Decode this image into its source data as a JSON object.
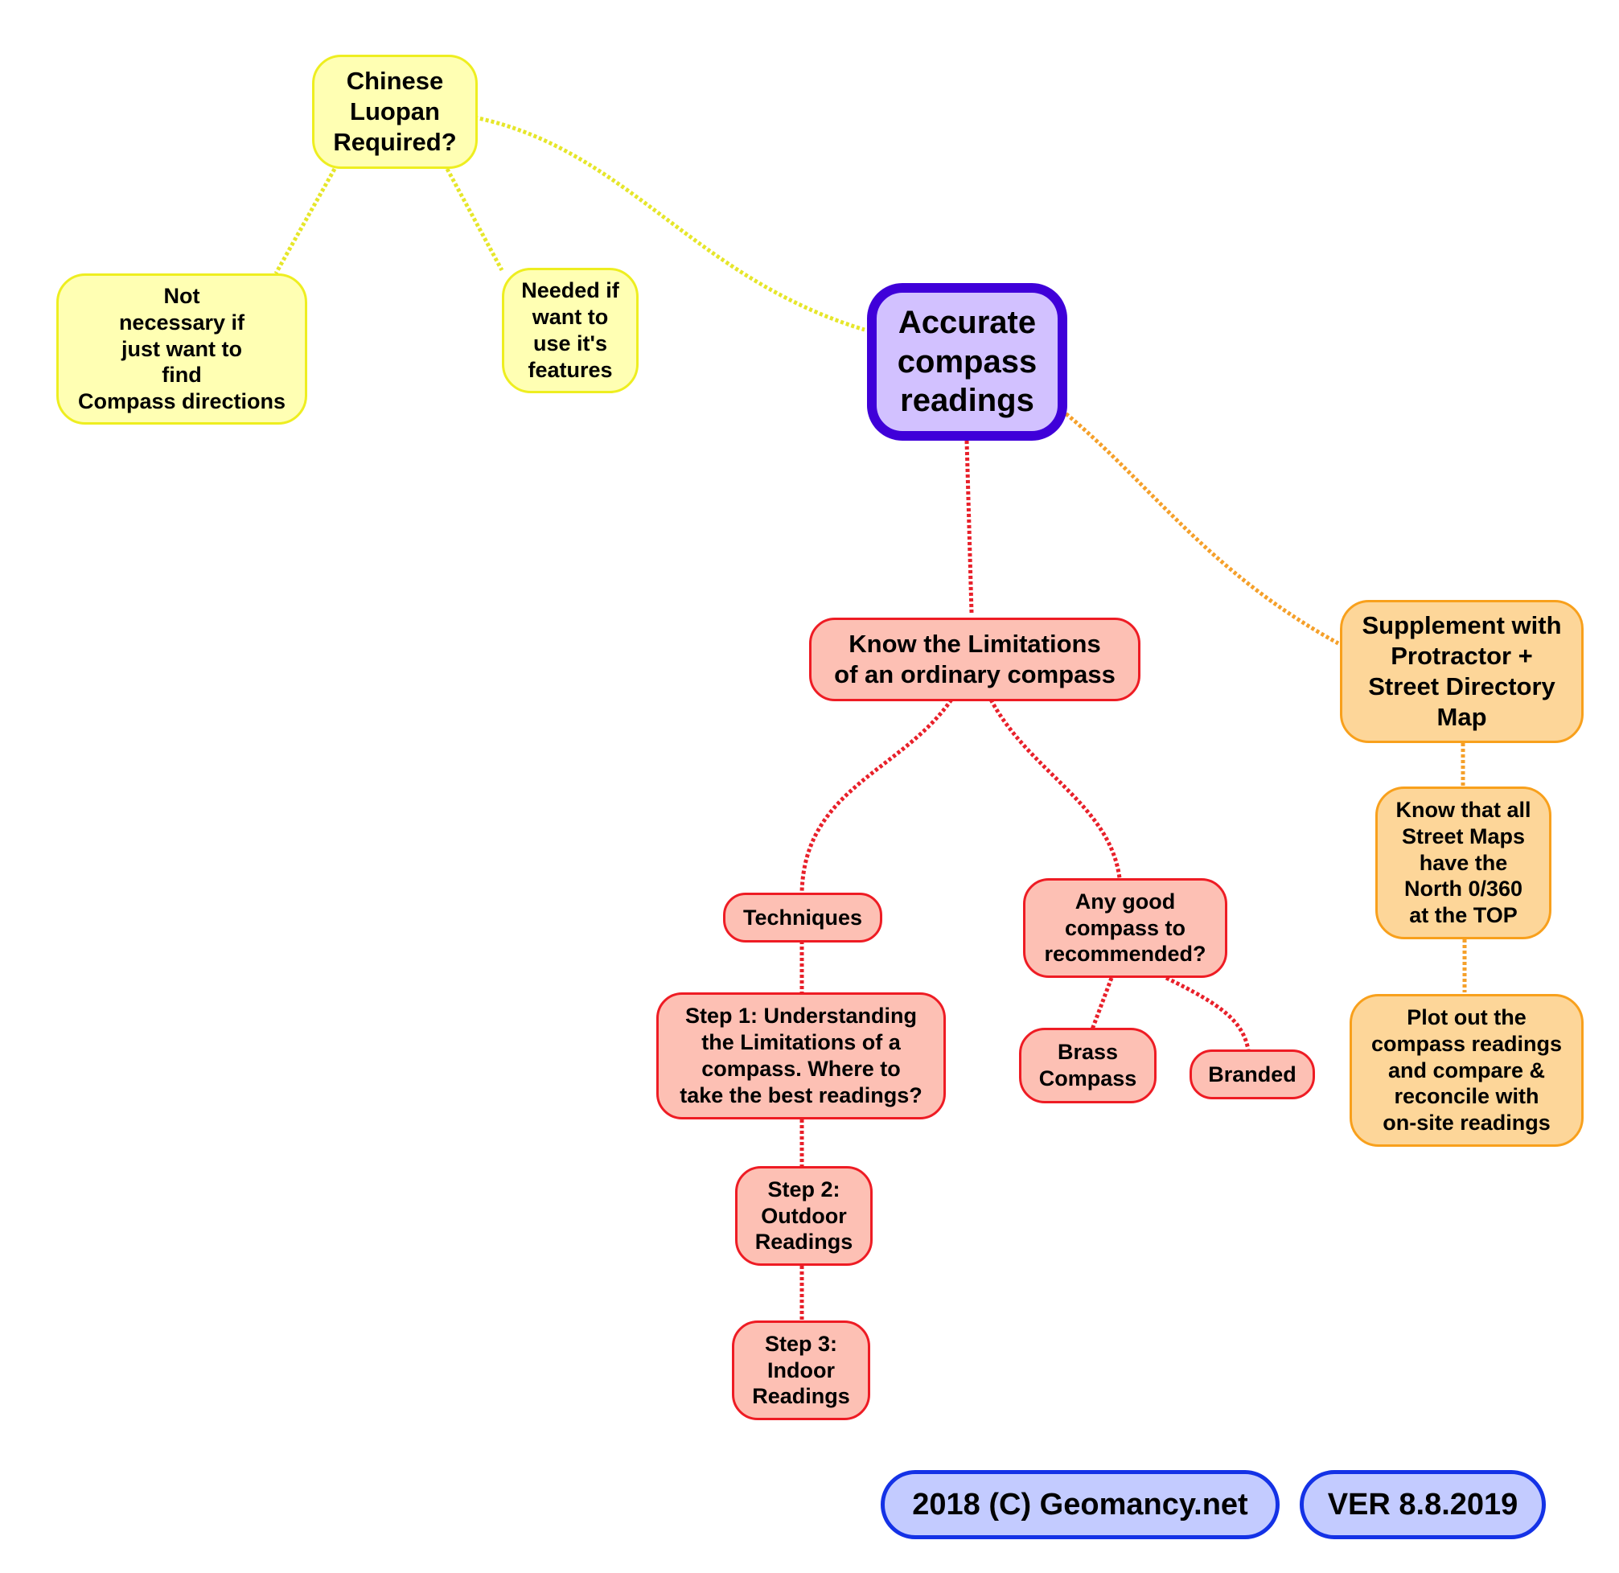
{
  "colors": {
    "yellow_branch": "#e6e62a",
    "red_branch": "#e8202a",
    "orange_branch": "#f5a02a",
    "root_border": "#3f00d9",
    "root_fill": "#d2c1ff",
    "footer_border": "#1432e6",
    "footer_fill": "#c3cbff"
  },
  "root": {
    "label": "Accurate\ncompass\nreadings"
  },
  "luopan": {
    "label": "Chinese\nLuopan\nRequired?",
    "not_necessary": "Not\nnecessary if\njust want to\nfind\nCompass directions",
    "needed": "Needed if\nwant to\nuse it's\nfeatures"
  },
  "limitations": {
    "label": "Know the Limitations\nof an ordinary compass",
    "techniques": "Techniques",
    "step1": "Step 1: Understanding\nthe Limitations of a\ncompass. Where to\ntake the best readings?",
    "step2": "Step 2:\nOutdoor\nReadings",
    "step3": "Step 3:\nIndoor\nReadings",
    "good_compass": "Any good\ncompass to\nrecommended?",
    "brass": "Brass\nCompass",
    "branded": "Branded"
  },
  "supplement": {
    "label": "Supplement with\nProtractor +\nStreet Directory\nMap",
    "street_maps": "Know that all\nStreet Maps\nhave the\nNorth 0/360\nat the TOP",
    "plot": "Plot out the\ncompass readings\nand compare &\nreconcile with\non-site readings"
  },
  "footer": {
    "copyright": "2018 (C) Geomancy.net",
    "version": "VER 8.8.2019"
  }
}
